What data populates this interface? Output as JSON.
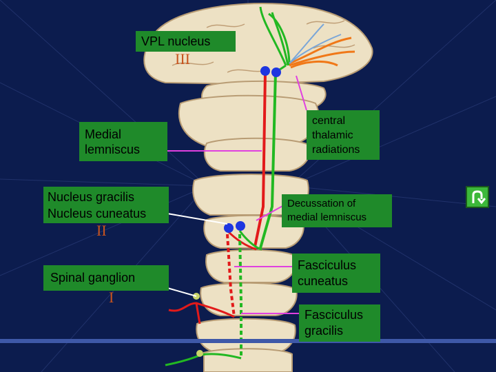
{
  "labels": {
    "vpl": "VPL nucleus",
    "medial_lemniscus": "Medial lemniscus",
    "nuclei": "Nucleus gracilis Nucleus cuneatus",
    "spinal_ganglion": "Spinal ganglion",
    "central_thalamic": "central thalamic radiations",
    "decussation": "Decussation of medial lemniscus",
    "fasc_cuneatus": "Fasciculus cuneatus",
    "fasc_gracilis": "Fasciculus gracilis"
  },
  "roman": {
    "iii": "III",
    "ii": "II",
    "i": "I"
  },
  "icons": {
    "return": "return-arrow-icon"
  },
  "colors": {
    "background": "#0c1c4e",
    "label_bg": "#1f8a2a",
    "pathway_red": "#e21a1a",
    "pathway_green": "#22b822",
    "neuron_blue": "#1e36e0",
    "pointer_magenta": "#e040e0",
    "tissue": "#ede1c4",
    "cortex_orange": "#f07818"
  }
}
